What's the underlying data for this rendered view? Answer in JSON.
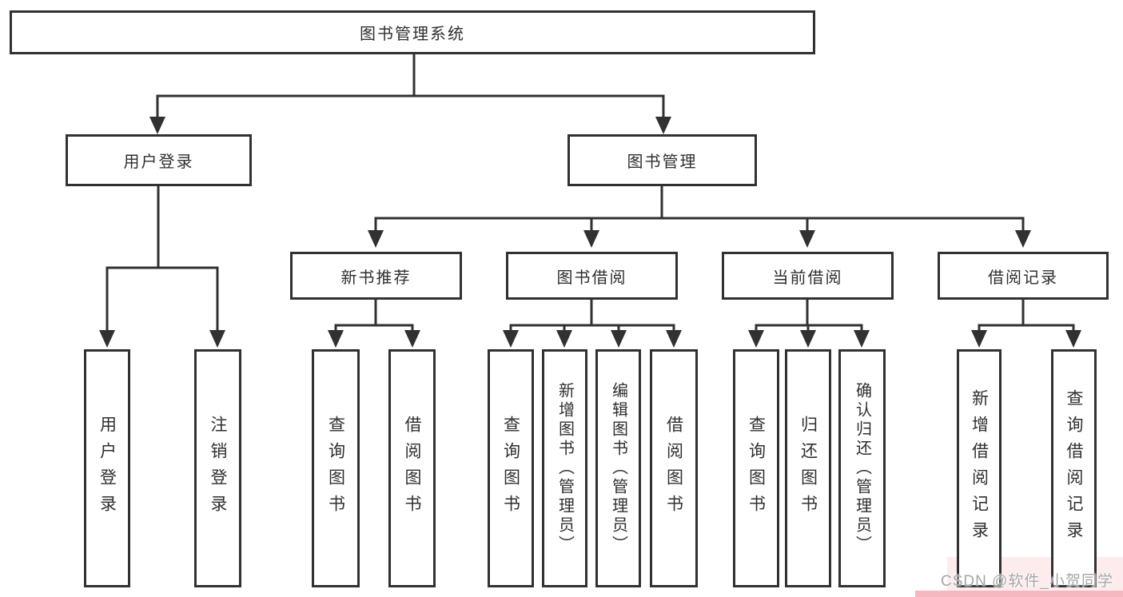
{
  "tree": {
    "root": "图书管理系统",
    "children": [
      {
        "label": "用户登录",
        "children": [
          "用户登录",
          "注销登录"
        ]
      },
      {
        "label": "图书管理",
        "children": [
          {
            "label": "新书推荐",
            "children": [
              "查询图书",
              "借阅图书"
            ]
          },
          {
            "label": "图书借阅",
            "children": [
              "查询图书",
              "新增图书（管理员）",
              "编辑图书（管理员）",
              "借阅图书"
            ]
          },
          {
            "label": "当前借阅",
            "children": [
              "查询图书",
              "归还图书",
              "确认归还（管理员）"
            ]
          },
          {
            "label": "借阅记录",
            "children": [
              "新增借阅记录",
              "查询借阅记录"
            ]
          }
        ]
      }
    ]
  },
  "watermark": {
    "text": "CSDN @软件_小贺同学"
  },
  "colors": {
    "line": "#313131",
    "text": "#2f2f2f",
    "wm-text": "#a6a6a6",
    "wm-pink": "#f5b8c1"
  }
}
